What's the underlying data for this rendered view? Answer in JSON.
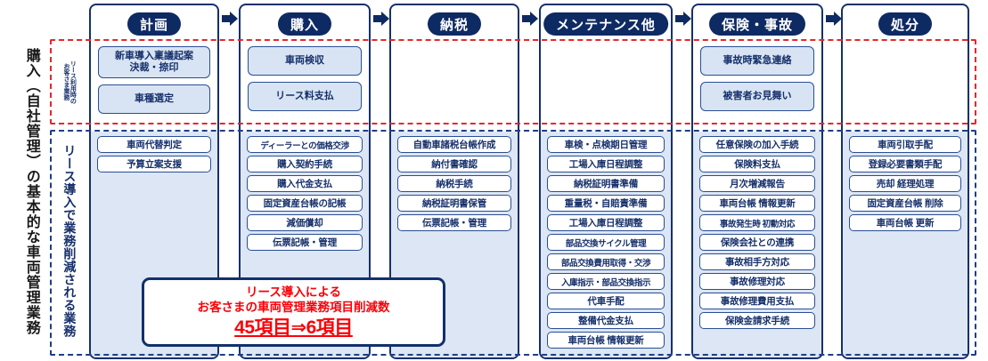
{
  "diagram": {
    "left_labels": {
      "outer": "購入（自社管理）の基本的な車両管理業務",
      "customer_zone_line1": "リース利用時の",
      "customer_zone_line2": "お客さま業務",
      "reduced_zone": "リース導入で業務削減される業務"
    },
    "colors": {
      "header_navy": "#0e2a63",
      "box_border": "#2a4e93",
      "band_light_blue": "#dce6f4",
      "dashed_red": "#e8262b",
      "dashed_blue": "#1f3f86",
      "callout_red": "#fa0007"
    },
    "arrow_glyph": "right-arrow",
    "columns": [
      {
        "id": "plan",
        "title": "計画",
        "customer_tasks": [
          "新車導入稟議起案\n決裁・捺印",
          "車種選定"
        ],
        "reduced_tasks": [
          "車両代替判定",
          "予算立案支援"
        ]
      },
      {
        "id": "purchase",
        "title": "購入",
        "customer_tasks": [
          "車両検収",
          "リース料支払"
        ],
        "reduced_tasks": [
          "ディーラーとの価格交渉",
          "購入契約手続",
          "購入代金支払",
          "固定資産台帳の記帳",
          "減価償却",
          "伝票記帳・管理"
        ]
      },
      {
        "id": "tax",
        "title": "納税",
        "customer_tasks": [],
        "reduced_tasks": [
          "自動車諸税台帳作成",
          "納付書確認",
          "納税手続",
          "納税証明書保管",
          "伝票記帳・管理"
        ]
      },
      {
        "id": "maintenance",
        "title": "メンテナンス他",
        "customer_tasks": [],
        "reduced_tasks": [
          "車検・点検期日管理",
          "工場入庫日程調整",
          "納税証明書準備",
          "重量税・自賠責準備",
          "工場入庫日程調整",
          "部品交換サイクル管理",
          "部品交換費用取得・交渉",
          "入庫指示・部品交換指示",
          "代車手配",
          "整備代金支払",
          "車両台帳 情報更新"
        ]
      },
      {
        "id": "insurance",
        "title": "保険・事故",
        "customer_tasks": [
          "事故時緊急連絡",
          "被害者お見舞い"
        ],
        "reduced_tasks": [
          "任意保険の加入手続",
          "保険料支払",
          "月次増減報告",
          "車両台帳 情報更新",
          "事故発生時 初動対応",
          "保険会社との連携",
          "事故相手方対応",
          "事故修理対応",
          "事故修理費用支払",
          "保険金請求手続"
        ]
      },
      {
        "id": "disposal",
        "title": "処分",
        "customer_tasks": [],
        "reduced_tasks": [
          "車両引取手配",
          "登録必要書類手配",
          "売却 経理処理",
          "固定資産台帳 削除",
          "車両台帳 更新"
        ]
      }
    ],
    "callout": {
      "line1": "リース導入による",
      "line2": "お客さまの車両管理業務項目削減数",
      "line3": "45項目⇒6項目"
    }
  }
}
